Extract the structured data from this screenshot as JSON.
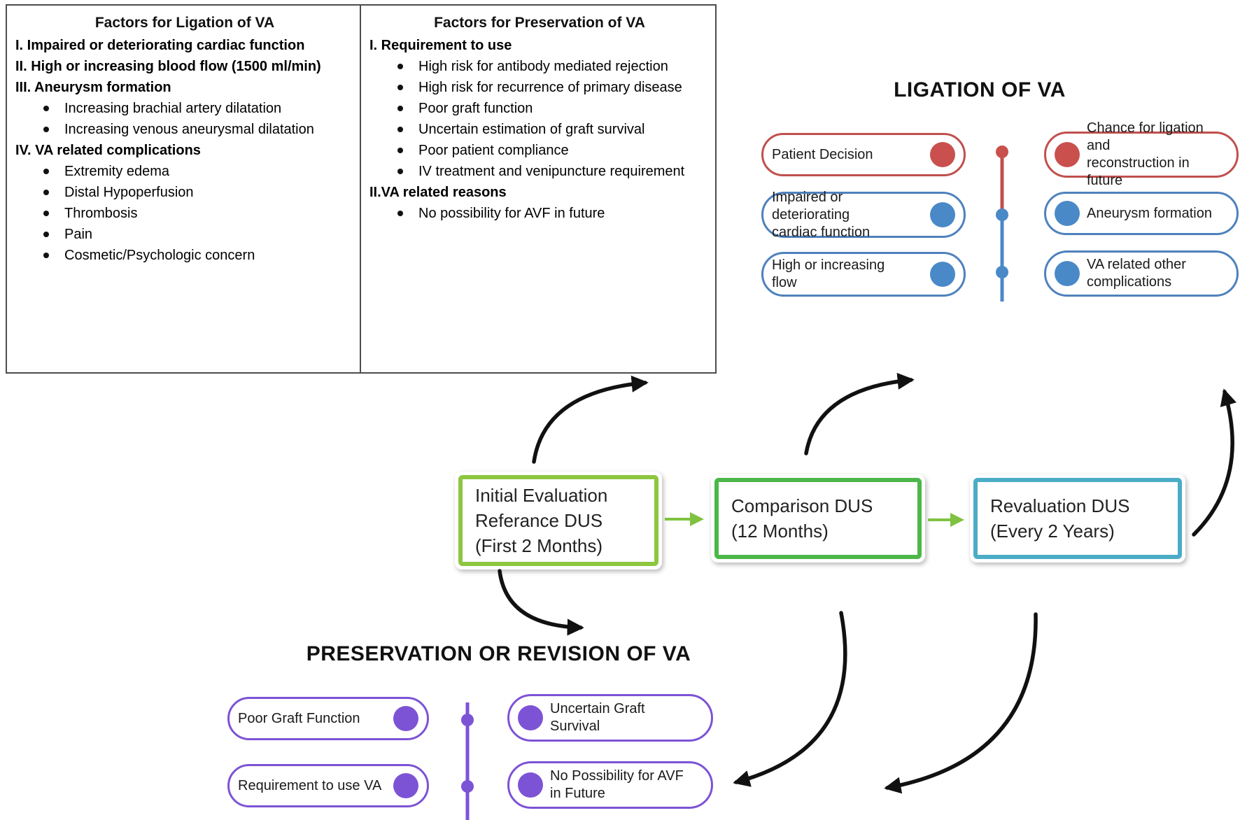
{
  "table": {
    "ligation": {
      "title": "Factors for Ligation of VA",
      "rows": [
        {
          "style": "heading",
          "text": "I. Impaired or deteriorating cardiac function"
        },
        {
          "style": "heading",
          "text": "II. High or increasing blood flow (1500 ml/min)"
        },
        {
          "style": "heading",
          "text": "III. Aneurysm formation"
        },
        {
          "style": "bullet",
          "text": "Increasing brachial artery dilatation"
        },
        {
          "style": "bullet",
          "text": "Increasing venous aneurysmal dilatation"
        },
        {
          "style": "heading",
          "text": "IV. VA related complications"
        },
        {
          "style": "bullet",
          "text": "Extremity edema"
        },
        {
          "style": "bullet",
          "text": "Distal Hypoperfusion"
        },
        {
          "style": "bullet",
          "text": "Thrombosis"
        },
        {
          "style": "bullet",
          "text": "Pain"
        },
        {
          "style": "bullet",
          "text": "Cosmetic/Psychologic concern"
        }
      ]
    },
    "preservation": {
      "title": "Factors for Preservation of VA",
      "rows": [
        {
          "style": "heading",
          "text": "I. Requirement to use"
        },
        {
          "style": "bullet",
          "text": "High risk for antibody mediated rejection"
        },
        {
          "style": "bullet",
          "text": "High risk for recurrence of primary disease"
        },
        {
          "style": "bullet",
          "text": "Poor graft function"
        },
        {
          "style": "bullet",
          "text": "Uncertain estimation of graft survival"
        },
        {
          "style": "bullet",
          "text": "Poor patient compliance"
        },
        {
          "style": "bullet",
          "text": "IV treatment and venipuncture requirement"
        },
        {
          "style": "heading",
          "text": "II.VA related reasons"
        },
        {
          "style": "bullet",
          "text": "No possibility for AVF in future"
        }
      ]
    }
  },
  "ligation_section": {
    "title": "LIGATION OF VA",
    "left_pills": [
      {
        "label": "Patient Decision",
        "color": "red"
      },
      {
        "label": "Impaired or deteriorating\ncardiac function",
        "color": "blue"
      },
      {
        "label": "High or increasing\nflow",
        "color": "blue"
      }
    ],
    "right_pills": [
      {
        "label": "Chance for ligation and\nreconstruction in future",
        "color": "red"
      },
      {
        "label": "Aneurysm formation",
        "color": "blue"
      },
      {
        "label": "VA related other\ncomplications",
        "color": "blue"
      }
    ]
  },
  "timeline": {
    "steps": [
      {
        "label": "Initial Evaluation\nReferance DUS\n(First 2 Months)",
        "border_color": "#8dc63f"
      },
      {
        "label": "Comparison DUS\n(12 Months)",
        "border_color": "#4cb748"
      },
      {
        "label": "Revaluation DUS\n(Every 2 Years)",
        "border_color": "#4bacc6"
      }
    ]
  },
  "preservation_section": {
    "title": "PRESERVATION OR REVISION OF VA",
    "left_pills": [
      {
        "label": "Poor Graft Function",
        "color": "purple"
      },
      {
        "label": "Requirement to use VA",
        "color": "purple"
      }
    ],
    "right_pills": [
      {
        "label": "Uncertain Graft\nSurvival",
        "color": "purple"
      },
      {
        "label": "No Possibility for AVF\nin Future",
        "color": "purple"
      }
    ]
  },
  "colors": {
    "red": "#c0504d",
    "blue": "#4f81bd",
    "purple": "#7d53d6",
    "green_light": "#8dc63f",
    "green": "#4cb748",
    "cyan": "#4bacc6",
    "arrow_black": "#111111",
    "arrow_green": "#7fc241"
  }
}
